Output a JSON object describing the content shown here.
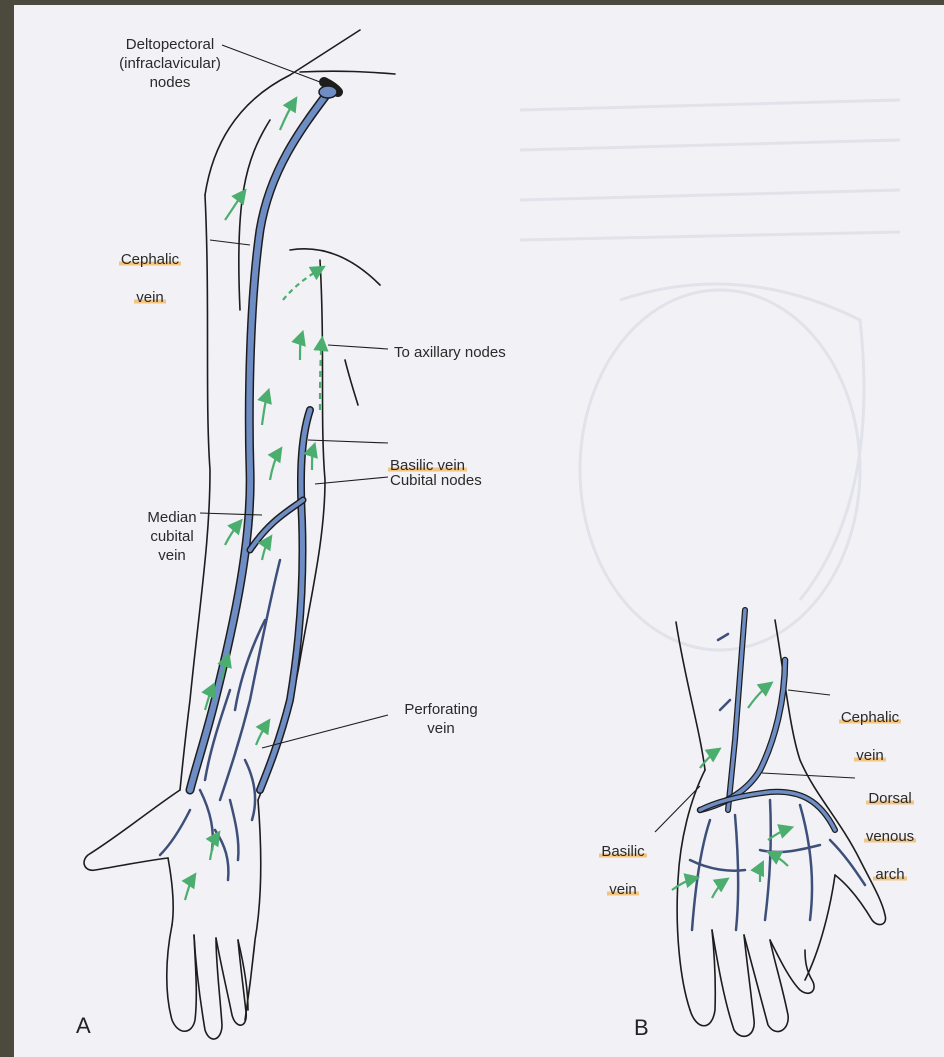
{
  "labels": {
    "deltopectoral": "Deltopectoral\n(infraclavicular)\nnodes",
    "cephalic_a_1": "Cephalic",
    "cephalic_a_2": "vein",
    "to_axillary": "To axillary nodes",
    "basilic_a": "Basilic vein",
    "cubital_nodes": "Cubital nodes",
    "median_cubital": "Median\ncubital\nvein",
    "perforating": "Perforating\nvein",
    "cephalic_b_1": "Cephalic",
    "cephalic_b_2": "vein",
    "dorsal_1": "Dorsal",
    "dorsal_2": "venous",
    "dorsal_3": "arch",
    "basilic_b_1": "Basilic",
    "basilic_b_2": "vein"
  },
  "panels": {
    "a": "A",
    "b": "B"
  },
  "colors": {
    "vein": "#6e8dc4",
    "outline": "#1d1d1d",
    "arrow": "#4cae6e",
    "highlight": "#f2b65c",
    "frame": "#4b4a3c",
    "paper": "#f1f1f6"
  }
}
